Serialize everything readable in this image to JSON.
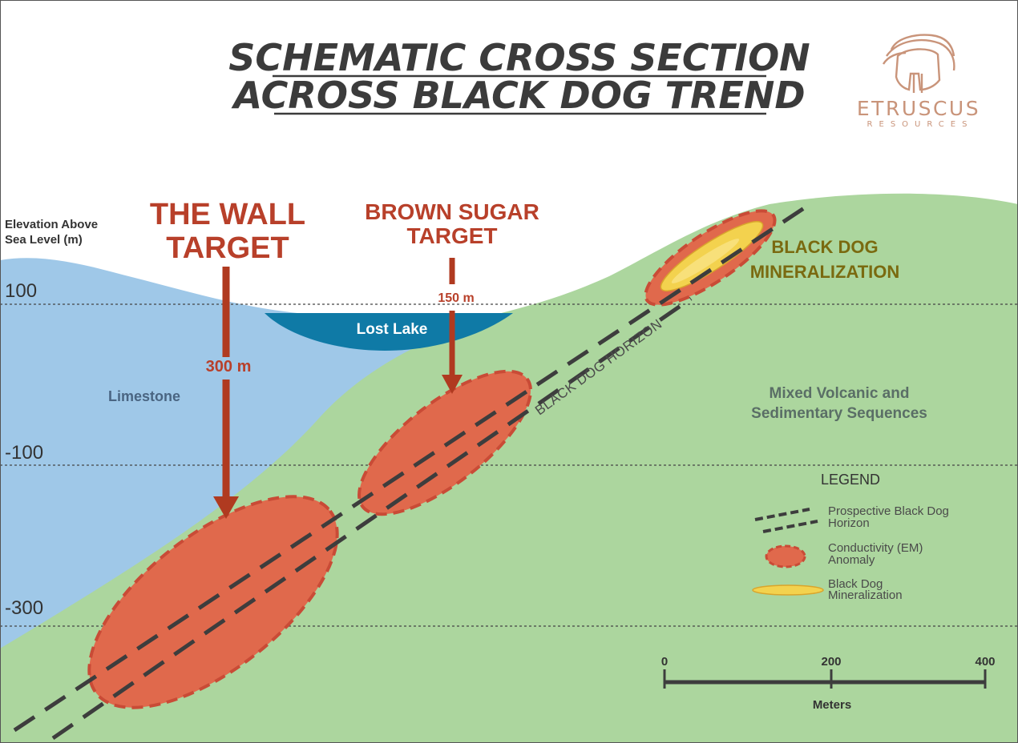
{
  "title": {
    "line1": "SCHEMATIC CROSS SECTION",
    "line2": "ACROSS BLACK DOG TREND"
  },
  "logo": {
    "name": "ETRUSCUS",
    "sub": "RESOURCES",
    "icon": "spartan-helmet-icon",
    "color": "#c9947a"
  },
  "elevation_axis": {
    "label_line1": "Elevation Above",
    "label_line2": "Sea Level (m)",
    "ticks": [
      "100",
      "-100",
      "-300"
    ]
  },
  "targets": {
    "wall": {
      "line1": "THE WALL",
      "line2": "TARGET",
      "depth": "300 m"
    },
    "brown_sugar": {
      "line1": "BROWN SUGAR",
      "line2": "TARGET",
      "depth": "150 m"
    }
  },
  "features": {
    "lake": "Lost Lake",
    "limestone": "Limestone",
    "volcanic_line1": "Mixed Volcanic and",
    "volcanic_line2": "Sedimentary Sequences",
    "horizon": "BLACK DOG HORIZON",
    "mineral_line1": "BLACK DOG",
    "mineral_line2": "MINERALIZATION"
  },
  "legend": {
    "title": "LEGEND",
    "items": [
      {
        "line1": "Prospective Black Dog",
        "line2": "Horizon"
      },
      {
        "line1": "Conductivity (EM)",
        "line2": "Anomaly"
      },
      {
        "line1": "Black Dog",
        "line2": "Mineralization"
      }
    ]
  },
  "scale_bar": {
    "ticks": [
      "0",
      "200",
      "400"
    ],
    "unit": "Meters"
  },
  "colors": {
    "limestone": "#9fc8e8",
    "volcanic": "#acd69e",
    "lake": "#0f7aa6",
    "anomaly_fill": "#e0694c",
    "anomaly_stroke": "#c94b36",
    "target_text": "#b8402a",
    "arrow": "#b03a20",
    "mineralization": "#f3d24e",
    "horizon_line": "#3d3d3d"
  }
}
